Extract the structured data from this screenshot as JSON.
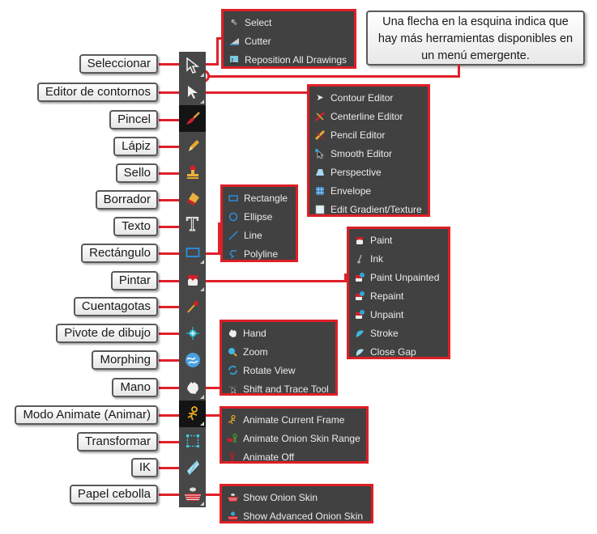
{
  "callout": {
    "text_lines": [
      "Una flecha en la esquina indica que",
      "hay más herramientas disponibles en",
      "un menú emergente."
    ]
  },
  "labels": [
    "Seleccionar",
    "Editor de contornos",
    "Pincel",
    "Lápiz",
    "Sello",
    "Borrador",
    "Texto",
    "Rectángulo",
    "Pintar",
    "Cuentagotas",
    "Pivote de dibujo",
    "Morphing",
    "Mano",
    "Modo Animate (Animar)",
    "Transformar",
    "IK",
    "Papel cebolla"
  ],
  "toolbar": {
    "tools": [
      {
        "icon": "select-arrow-icon",
        "has_menu": true
      },
      {
        "icon": "contour-editor-icon",
        "has_menu": true
      },
      {
        "icon": "brush-icon",
        "has_menu": false,
        "active": true
      },
      {
        "icon": "pencil-icon",
        "has_menu": false
      },
      {
        "icon": "stamp-icon",
        "has_menu": false
      },
      {
        "icon": "eraser-icon",
        "has_menu": false
      },
      {
        "icon": "text-icon",
        "has_menu": false
      },
      {
        "icon": "rectangle-icon",
        "has_menu": true
      },
      {
        "icon": "paint-bucket-icon",
        "has_menu": true
      },
      {
        "icon": "dropper-icon",
        "has_menu": false
      },
      {
        "icon": "pivot-icon",
        "has_menu": false
      },
      {
        "icon": "morphing-icon",
        "has_menu": false
      },
      {
        "icon": "hand-icon",
        "has_menu": true
      },
      {
        "icon": "animate-icon",
        "has_menu": true,
        "active": true
      },
      {
        "icon": "transform-icon",
        "has_menu": false
      },
      {
        "icon": "ik-icon",
        "has_menu": false
      },
      {
        "icon": "onion-skin-icon",
        "has_menu": true
      }
    ]
  },
  "popups": {
    "select": [
      "Select",
      "Cutter",
      "Reposition All Drawings"
    ],
    "contour": [
      "Contour Editor",
      "Centerline Editor",
      "Pencil Editor",
      "Smooth Editor",
      "Perspective",
      "Envelope",
      "Edit Gradient/Texture"
    ],
    "shape": [
      "Rectangle",
      "Ellipse",
      "Line",
      "Polyline"
    ],
    "paint": [
      "Paint",
      "Ink",
      "Paint Unpainted",
      "Repaint",
      "Unpaint",
      "Stroke",
      "Close Gap"
    ],
    "hand": [
      "Hand",
      "Zoom",
      "Rotate View",
      "Shift and Trace Tool"
    ],
    "animate": [
      "Animate Current Frame",
      "Animate Onion Skin Range",
      "Animate Off"
    ],
    "onion": [
      "Show Onion Skin",
      "Show Advanced Onion Skin"
    ]
  },
  "colors": {
    "accent_red": "#e0202a",
    "toolbar_bg": "#474747",
    "popup_bg": "#414141"
  }
}
